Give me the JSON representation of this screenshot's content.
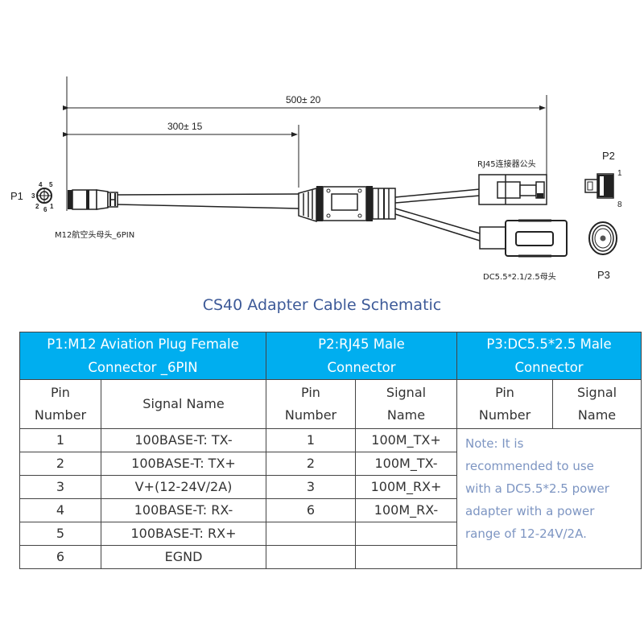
{
  "diagram": {
    "dimension_long": "500± 20",
    "dimension_short": "300± 15",
    "p1_label": "P1",
    "p1_pin_numbers": [
      "1",
      "2",
      "3",
      "4",
      "5",
      "6"
    ],
    "p1_connector_caption": "M12航空头母头_6PIN",
    "rj45_caption": "RJ45连接器公头",
    "dc_caption": "DC5.5*2.1/2.5母头",
    "p2_label": "P2",
    "p2_pin_first": "1",
    "p2_pin_last": "8",
    "p3_label": "P3"
  },
  "title": "CS40 Adapter Cable Schematic",
  "table": {
    "header_color": "#00aeef",
    "groups": [
      {
        "line1": "P1:M12 Aviation Plug Female",
        "line2": "Connector _6PIN"
      },
      {
        "line1": "P2:RJ45 Male",
        "line2": "Connector"
      },
      {
        "line1": "P3:DC5.5*2.5 Male",
        "line2": "Connector"
      }
    ],
    "subheaders": {
      "p1_pin": {
        "line1": "Pin",
        "line2": "Number"
      },
      "p1_signal": "Signal Name",
      "p2_pin": {
        "line1": "Pin",
        "line2": "Number"
      },
      "p2_signal": {
        "line1": "Signal",
        "line2": "Name"
      },
      "p3_pin": {
        "line1": "Pin",
        "line2": "Number"
      },
      "p3_signal": {
        "line1": "Signal",
        "line2": "Name"
      }
    },
    "rows": [
      {
        "p1_pin": "1",
        "p1_signal": "100BASE-T:  TX-",
        "p2_pin": "1",
        "p2_signal": "100M_TX+"
      },
      {
        "p1_pin": "2",
        "p1_signal": "100BASE-T:  TX+",
        "p2_pin": "2",
        "p2_signal": "100M_TX-"
      },
      {
        "p1_pin": "3",
        "p1_signal": "V+(12-24V/2A)",
        "p2_pin": "3",
        "p2_signal": "100M_RX+"
      },
      {
        "p1_pin": "4",
        "p1_signal": "100BASE-T:  RX-",
        "p2_pin": "6",
        "p2_signal": "100M_RX-"
      },
      {
        "p1_pin": "5",
        "p1_signal": "100BASE-T:  RX+",
        "p2_pin": "",
        "p2_signal": ""
      },
      {
        "p1_pin": "6",
        "p1_signal": "EGND",
        "p2_pin": "",
        "p2_signal": ""
      }
    ],
    "note_lines": [
      "Note: It is",
      "recommended to use",
      "with a DC5.5*2.5 power",
      "adapter with a power",
      "range of 12-24V/2A."
    ]
  }
}
